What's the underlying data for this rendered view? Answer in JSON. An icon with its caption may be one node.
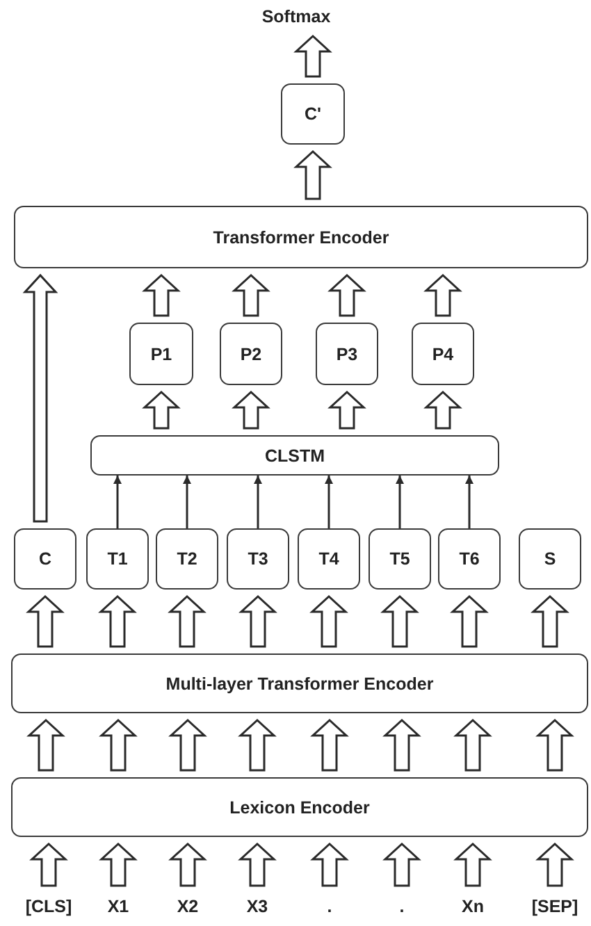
{
  "diagram": {
    "nodes": [
      {
        "text": [
          "Softmax"
        ]
      },
      {
        "text": [
          "C'"
        ]
      },
      {
        "text": [
          "Transformer Encoder"
        ]
      },
      {
        "text": [
          "P1"
        ]
      },
      {
        "text": [
          "P2"
        ]
      },
      {
        "text": [
          "P3"
        ]
      },
      {
        "text": [
          "P4"
        ]
      },
      {
        "text": [
          "CLSTM"
        ]
      },
      {
        "text": [
          "C"
        ]
      },
      {
        "text": [
          "T1"
        ]
      },
      {
        "text": [
          "T2"
        ]
      },
      {
        "text": [
          "T3"
        ]
      },
      {
        "text": [
          "T4"
        ]
      },
      {
        "text": [
          "T5"
        ]
      },
      {
        "text": [
          "T6"
        ]
      },
      {
        "text": [
          "S"
        ]
      },
      {
        "text": [
          "Multi-layer Transformer Encoder"
        ]
      },
      {
        "text": [
          "Lexicon Encoder"
        ]
      },
      {
        "text": [
          "[CLS]"
        ]
      },
      {
        "text": [
          "X1"
        ]
      },
      {
        "text": [
          "X2"
        ]
      },
      {
        "text": [
          "X3"
        ]
      },
      {
        "text": [
          "."
        ]
      },
      {
        "text": [
          "."
        ]
      },
      {
        "text": [
          "Xn"
        ]
      },
      {
        "text": [
          "[SEP]"
        ]
      }
    ],
    "edges": [
      {
        "from": 1,
        "to": 0,
        "arrow": "to",
        "style": "thick"
      },
      {
        "from": 2,
        "to": 1,
        "arrow": "to",
        "style": "thick"
      },
      {
        "from": 3,
        "to": 2,
        "arrow": "to",
        "style": "thick"
      },
      {
        "from": 4,
        "to": 2,
        "arrow": "to",
        "style": "thick"
      },
      {
        "from": 5,
        "to": 2,
        "arrow": "to",
        "style": "thick"
      },
      {
        "from": 6,
        "to": 2,
        "arrow": "to",
        "style": "thick"
      },
      {
        "from": 7,
        "to": 3,
        "arrow": "to",
        "style": "thick"
      },
      {
        "from": 7,
        "to": 4,
        "arrow": "to",
        "style": "thick"
      },
      {
        "from": 7,
        "to": 5,
        "arrow": "to",
        "style": "thick"
      },
      {
        "from": 7,
        "to": 6,
        "arrow": "to",
        "style": "thick"
      },
      {
        "from": 8,
        "to": 2,
        "arrow": "to",
        "style": "thick"
      },
      {
        "from": 9,
        "to": 7,
        "arrow": "to"
      },
      {
        "from": 10,
        "to": 7,
        "arrow": "to"
      },
      {
        "from": 11,
        "to": 7,
        "arrow": "to"
      },
      {
        "from": 12,
        "to": 7,
        "arrow": "to"
      },
      {
        "from": 13,
        "to": 7,
        "arrow": "to"
      },
      {
        "from": 14,
        "to": 7,
        "arrow": "to"
      },
      {
        "from": 16,
        "to": 8,
        "arrow": "to",
        "style": "thick"
      },
      {
        "from": 16,
        "to": 9,
        "arrow": "to",
        "style": "thick"
      },
      {
        "from": 16,
        "to": 10,
        "arrow": "to",
        "style": "thick"
      },
      {
        "from": 16,
        "to": 11,
        "arrow": "to",
        "style": "thick"
      },
      {
        "from": 16,
        "to": 12,
        "arrow": "to",
        "style": "thick"
      },
      {
        "from": 16,
        "to": 13,
        "arrow": "to",
        "style": "thick"
      },
      {
        "from": 16,
        "to": 14,
        "arrow": "to",
        "style": "thick"
      },
      {
        "from": 16,
        "to": 15,
        "arrow": "to",
        "style": "thick"
      },
      {
        "from": 17,
        "to": 16,
        "arrow": "to",
        "style": "thick"
      },
      {
        "from": 17,
        "to": 16,
        "arrow": "to",
        "style": "thick"
      },
      {
        "from": 17,
        "to": 16,
        "arrow": "to",
        "style": "thick"
      },
      {
        "from": 17,
        "to": 16,
        "arrow": "to",
        "style": "thick"
      },
      {
        "from": 17,
        "to": 16,
        "arrow": "to",
        "style": "thick"
      },
      {
        "from": 17,
        "to": 16,
        "arrow": "to",
        "style": "thick"
      },
      {
        "from": 17,
        "to": 16,
        "arrow": "to",
        "style": "thick"
      },
      {
        "from": 17,
        "to": 16,
        "arrow": "to",
        "style": "thick"
      },
      {
        "from": 18,
        "to": 17,
        "arrow": "to",
        "style": "thick"
      },
      {
        "from": 19,
        "to": 17,
        "arrow": "to",
        "style": "thick"
      },
      {
        "from": 20,
        "to": 17,
        "arrow": "to",
        "style": "thick"
      },
      {
        "from": 21,
        "to": 17,
        "arrow": "to",
        "style": "thick"
      },
      {
        "from": 22,
        "to": 17,
        "arrow": "to",
        "style": "thick"
      },
      {
        "from": 23,
        "to": 17,
        "arrow": "to",
        "style": "thick"
      },
      {
        "from": 24,
        "to": 17,
        "arrow": "to",
        "style": "thick"
      },
      {
        "from": 25,
        "to": 17,
        "arrow": "to",
        "style": "thick"
      }
    ]
  }
}
